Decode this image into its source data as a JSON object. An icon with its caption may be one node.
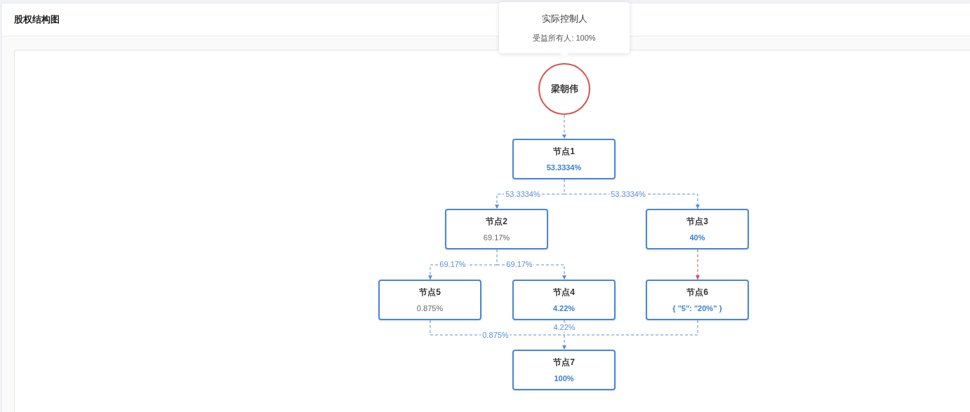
{
  "diagram": {
    "title": "股权结构图",
    "nodes": [
      {
        "text": [
          "实际控制人",
          "受益所有人: 100%"
        ]
      },
      {
        "text": [
          "梁朝伟"
        ]
      },
      {
        "text": [
          "节点1",
          "53.3334%"
        ]
      },
      {
        "text": [
          "节点2",
          "69.17%"
        ]
      },
      {
        "text": [
          "节点3",
          "40%"
        ]
      },
      {
        "text": [
          "节点5",
          "0.875%"
        ]
      },
      {
        "text": [
          "节点4",
          "4.22%"
        ]
      },
      {
        "text": [
          "节点6",
          "{ \"5\": \"20%\" }"
        ]
      },
      {
        "text": [
          "节点7",
          "100%"
        ]
      }
    ],
    "edges": [
      {
        "from": 1,
        "to": 2,
        "arrow": "to",
        "style": "dashed"
      },
      {
        "from": 2,
        "to": 3,
        "arrow": "to",
        "style": "dashed",
        "label": "53.3334%"
      },
      {
        "from": 2,
        "to": 4,
        "arrow": "to",
        "style": "dashed",
        "label": "53.3334%"
      },
      {
        "from": 3,
        "to": 5,
        "arrow": "to",
        "style": "dashed",
        "label": "69.17%"
      },
      {
        "from": 3,
        "to": 6,
        "arrow": "to",
        "style": "dashed",
        "label": "69.17%"
      },
      {
        "from": 4,
        "to": 7,
        "arrow": "to",
        "style": "dashed",
        "color": "#e0464b"
      },
      {
        "from": 5,
        "to": 8,
        "arrow": "to",
        "style": "dashed",
        "label": "0.875%"
      },
      {
        "from": 6,
        "to": 8,
        "arrow": "to",
        "style": "dashed",
        "label": "4.22%"
      },
      {
        "from": 7,
        "to": 8,
        "arrow": "to",
        "style": "dashed"
      }
    ]
  }
}
